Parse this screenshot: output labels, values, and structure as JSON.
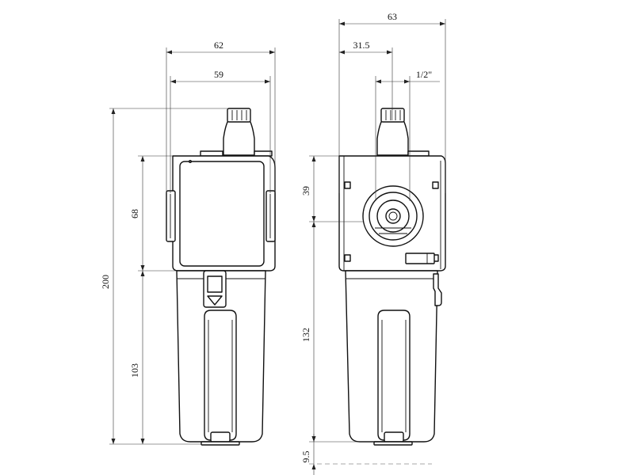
{
  "views": [
    {
      "name": "front-view",
      "dimensions": {
        "width_outer": "62",
        "width_inner": "59",
        "total_height": "200",
        "upper_body_height": "68",
        "bowl_height": "103"
      }
    },
    {
      "name": "side-view",
      "dimensions": {
        "width_overall": "63",
        "port_offset": "31.5",
        "port_size": "1/2\"",
        "port_height": "39",
        "lower_height": "132",
        "drain_clearance": "9.5"
      }
    }
  ]
}
